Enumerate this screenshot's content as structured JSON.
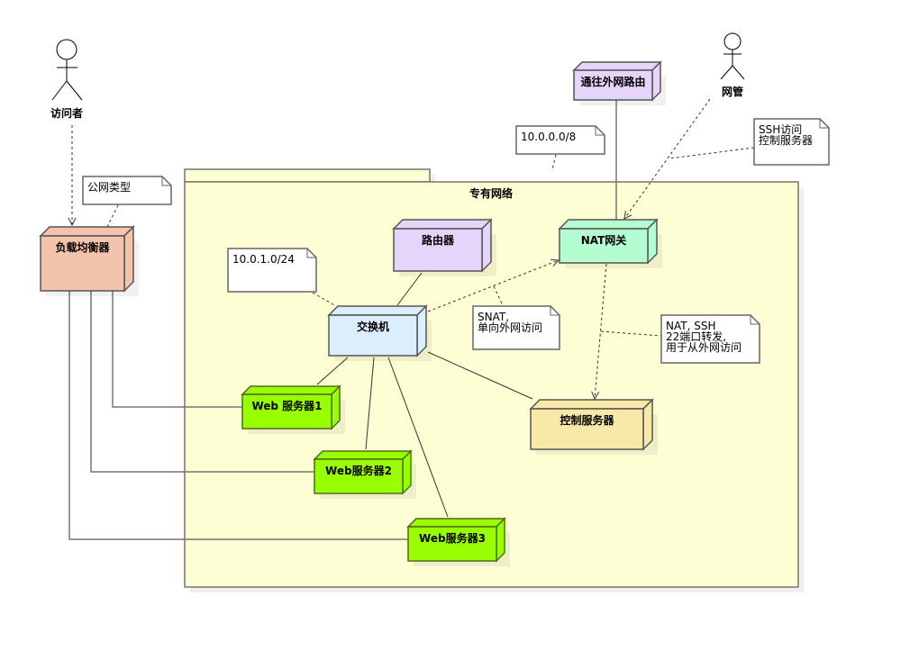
{
  "diagram": {
    "type": "UML deployment diagram",
    "package": {
      "label": "专有网络",
      "fill": "#fefed4"
    },
    "actors": [
      {
        "id": "visitor",
        "label": "访问者"
      },
      {
        "id": "admin",
        "label": "网管"
      }
    ],
    "nodes": [
      {
        "id": "lb",
        "label": "负载均衡器",
        "fill": "#f4c3ab"
      },
      {
        "id": "ext-router",
        "label": "通往外网路由",
        "fill": "#e6d5fb"
      },
      {
        "id": "router",
        "label": "路由器",
        "fill": "#e6d5fb"
      },
      {
        "id": "nat",
        "label": "NAT网关",
        "fill": "#b4fdd0"
      },
      {
        "id": "switch",
        "label": "交换机",
        "fill": "#daeefd"
      },
      {
        "id": "ctrl",
        "label": "控制服务器",
        "fill": "#f8e9a8"
      },
      {
        "id": "web1",
        "label": "Web 服务器1",
        "fill": "#99ff00"
      },
      {
        "id": "web2",
        "label": "Web服务器2",
        "fill": "#99ff00"
      },
      {
        "id": "web3",
        "label": "Web服务器3",
        "fill": "#99ff00"
      }
    ],
    "notes": [
      {
        "id": "note-public",
        "lines": [
          "公网类型"
        ]
      },
      {
        "id": "note-10-8",
        "lines": [
          "10.0.0.0/8"
        ]
      },
      {
        "id": "note-ssh",
        "lines": [
          "SSH访问",
          "控制服务器"
        ]
      },
      {
        "id": "note-subnet",
        "lines": [
          "10.0.1.0/24"
        ]
      },
      {
        "id": "note-snat",
        "lines": [
          "SNAT,",
          "单向外网访问"
        ]
      },
      {
        "id": "note-nat-ssh",
        "lines": [
          "NAT, SSH",
          "22端口转发,",
          "用于从外网访问"
        ]
      }
    ],
    "connections": [
      {
        "from": "visitor",
        "to": "lb",
        "style": "dashed-arrow"
      },
      {
        "from": "admin",
        "to": "nat",
        "style": "dashed-arrow"
      },
      {
        "from": "switch",
        "to": "nat",
        "style": "dashed-arrow"
      },
      {
        "from": "nat",
        "to": "ctrl",
        "style": "dashed-arrow"
      },
      {
        "from": "ext-router",
        "to": "nat",
        "style": "solid"
      },
      {
        "from": "router",
        "to": "switch",
        "style": "solid"
      },
      {
        "from": "switch",
        "to": "web1",
        "style": "solid"
      },
      {
        "from": "switch",
        "to": "web2",
        "style": "solid"
      },
      {
        "from": "switch",
        "to": "web3",
        "style": "solid"
      },
      {
        "from": "switch",
        "to": "ctrl",
        "style": "solid"
      },
      {
        "from": "lb",
        "to": "web1",
        "style": "solid-orthogonal"
      },
      {
        "from": "lb",
        "to": "web2",
        "style": "solid-orthogonal"
      },
      {
        "from": "lb",
        "to": "web3",
        "style": "solid-orthogonal"
      }
    ]
  }
}
